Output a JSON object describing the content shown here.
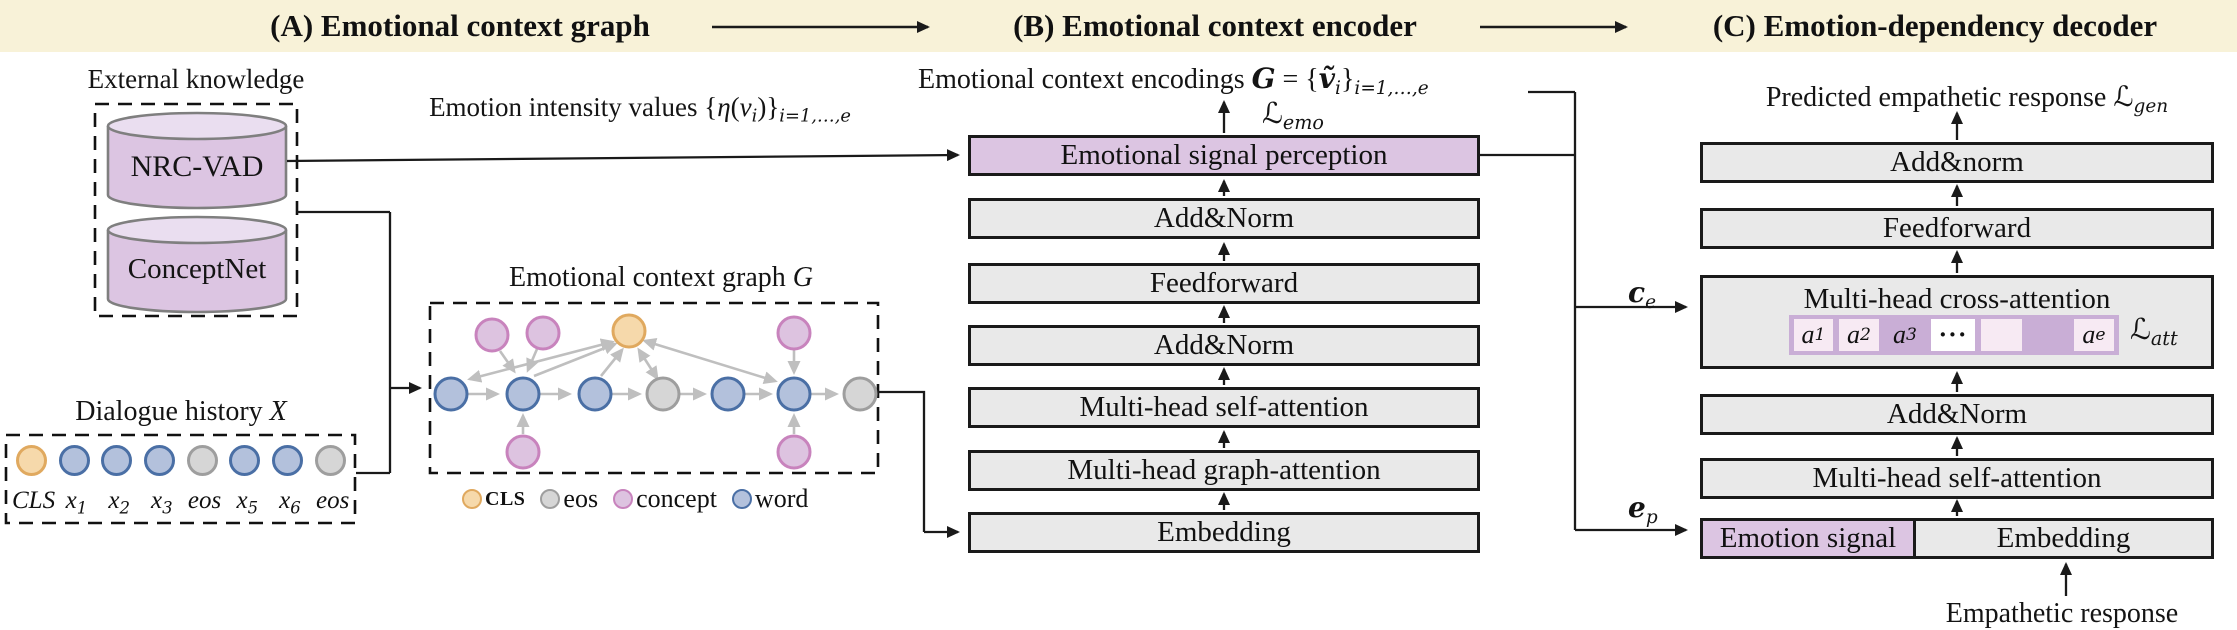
{
  "colors": {
    "header-bg": "#f8f2d8",
    "gray-box": "#e9e9e9",
    "purple-box": "#dcc5e2",
    "purple-strip": "#c9aed6",
    "pink-cell": "#f7eaf3",
    "box-border": "#1a1a1a",
    "line": "#1a1a1a",
    "edge": "#bfbfbf",
    "cyl-fill": "#dcc5e2",
    "cyl-top": "#eadef0",
    "cyl-stroke": "#7f7f7f",
    "node-cls-fill": "#f6d9ab",
    "node-cls-stroke": "#e0a95f",
    "node-word-fill": "#b3c1dc",
    "node-word-stroke": "#4a6fa5",
    "node-eos-fill": "#d6d6d6",
    "node-eos-stroke": "#9e9e9e",
    "node-concept-fill": "#ddc3e0",
    "node-concept-stroke": "#c883bd"
  },
  "header": {
    "title_a": "(A) Emotional context graph",
    "title_b": "(B) Emotional context encoder",
    "title_c": "(C) Emotion-dependency decoder"
  },
  "knowledge": {
    "title": "External knowledge",
    "db1": "NRC-VAD",
    "db2": "ConceptNet"
  },
  "dialogue": {
    "title": [
      [
        "n",
        "Dialogue history "
      ],
      [
        "i",
        "X"
      ]
    ],
    "tokens": [
      {
        "type": "cls",
        "label": [
          [
            "i",
            "CLS"
          ]
        ]
      },
      {
        "type": "word",
        "label": [
          [
            "i",
            "x"
          ],
          [
            "sub",
            "1"
          ]
        ]
      },
      {
        "type": "word",
        "label": [
          [
            "i",
            "x"
          ],
          [
            "sub",
            "2"
          ]
        ]
      },
      {
        "type": "word",
        "label": [
          [
            "i",
            "x"
          ],
          [
            "sub",
            "3"
          ]
        ]
      },
      {
        "type": "eos",
        "label": [
          [
            "i",
            "eos"
          ]
        ]
      },
      {
        "type": "word",
        "label": [
          [
            "i",
            "x"
          ],
          [
            "sub",
            "5"
          ]
        ]
      },
      {
        "type": "word",
        "label": [
          [
            "i",
            "x"
          ],
          [
            "sub",
            "6"
          ]
        ]
      },
      {
        "type": "eos",
        "label": [
          [
            "i",
            "eos"
          ]
        ]
      }
    ]
  },
  "graph": {
    "title": [
      [
        "n",
        "Emotional context graph "
      ],
      [
        "i",
        "G"
      ]
    ],
    "node_types_row": [
      "word",
      "word",
      "word",
      "eos",
      "word",
      "word",
      "eos"
    ],
    "legend": [
      {
        "type": "cls",
        "label": "CLS"
      },
      {
        "type": "eos",
        "label": "eos"
      },
      {
        "type": "concept",
        "label": "concept"
      },
      {
        "type": "word",
        "label": "word"
      }
    ]
  },
  "flow": {
    "emotion_intensity": [
      [
        "n",
        "Emotion intensity values {"
      ],
      [
        "i",
        "η"
      ],
      [
        "n",
        "("
      ],
      [
        "i",
        "v"
      ],
      [
        "sub",
        "i"
      ],
      [
        "n",
        ")}"
      ],
      [
        "sub",
        "i=1,…,e"
      ]
    ],
    "encodings": [
      [
        "n",
        "Emotional context encodings "
      ],
      [
        "bi",
        "G"
      ],
      [
        "n",
        " = {"
      ],
      [
        "bi",
        "ṽ"
      ],
      [
        "sub",
        "i"
      ],
      [
        "n",
        "}"
      ],
      [
        "sub",
        "i=1,…,e"
      ]
    ],
    "l_emo": [
      [
        "scr",
        "ℒ"
      ],
      [
        "sub",
        "emo"
      ]
    ],
    "c_e": [
      [
        "bi",
        "c"
      ],
      [
        "sub",
        "e"
      ]
    ],
    "e_p": [
      [
        "bi",
        "e"
      ],
      [
        "sub",
        "p"
      ]
    ]
  },
  "encoder": {
    "layers": [
      "Emotional signal perception",
      "Add&Norm",
      "Feedforward",
      "Add&Norm",
      "Multi-head self-attention",
      "Multi-head graph-attention",
      "Embedding"
    ]
  },
  "decoder": {
    "predicted": [
      [
        "n",
        "Predicted empathetic response  "
      ],
      [
        "scr",
        "ℒ"
      ],
      [
        "sub",
        "gen"
      ]
    ],
    "layers": [
      "Add&norm",
      "Feedforward",
      "Multi-head cross-attention",
      "Add&Norm",
      "Multi-head self-attention"
    ],
    "emotion_signal": "Emotion signal",
    "embedding": "Embedding",
    "cells": [
      [
        [
          "i",
          "a"
        ],
        [
          "sub",
          "1"
        ]
      ],
      [
        [
          "i",
          "a"
        ],
        [
          "sub",
          "2"
        ]
      ],
      [
        [
          "i",
          "a"
        ],
        [
          "sub",
          "3"
        ]
      ],
      [
        [
          "n",
          "···"
        ]
      ],
      [],
      [
        [
          "i",
          "a"
        ],
        [
          "sub",
          "e"
        ]
      ]
    ],
    "l_att": [
      [
        "scr",
        "ℒ"
      ],
      [
        "sub",
        "att"
      ]
    ],
    "empathetic": "Empathetic response"
  }
}
